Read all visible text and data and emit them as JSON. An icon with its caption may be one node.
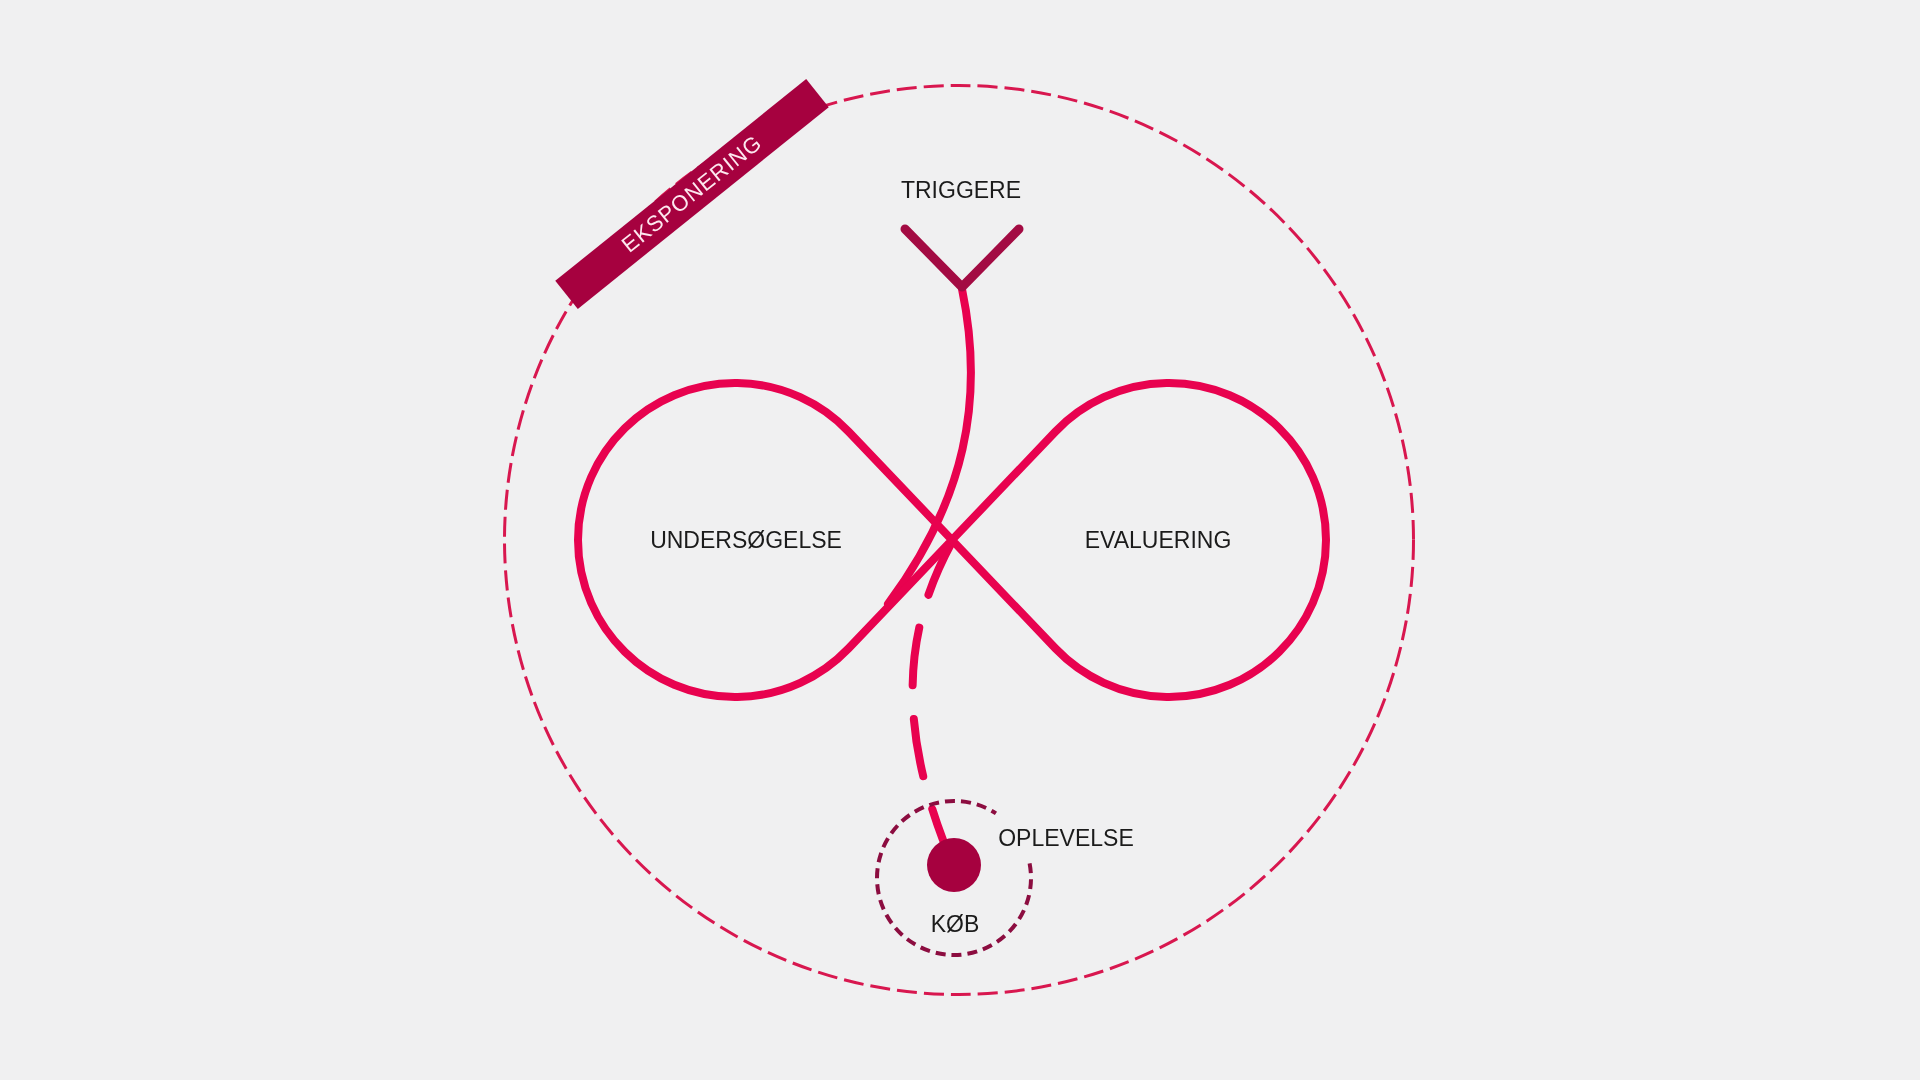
{
  "diagram": {
    "nodes": [
      {
        "text": [
          "EKSPONERING"
        ]
      },
      {
        "text": [
          "TRIGGERE"
        ],
        "in": 0
      },
      {
        "text": [
          "UNDERSØGELSE"
        ],
        "in": 0
      },
      {
        "text": [
          "EVALUERING"
        ],
        "in": 0
      },
      {
        "text": [
          "OPLEVELSE"
        ],
        "in": 0
      },
      {
        "text": [
          "KØB"
        ],
        "in": 4
      }
    ],
    "edges": [
      {
        "from": 1,
        "to": 2,
        "arrow": "none"
      },
      {
        "from": 3,
        "to": 5,
        "arrow": "none",
        "style": "dashed"
      }
    ]
  }
}
